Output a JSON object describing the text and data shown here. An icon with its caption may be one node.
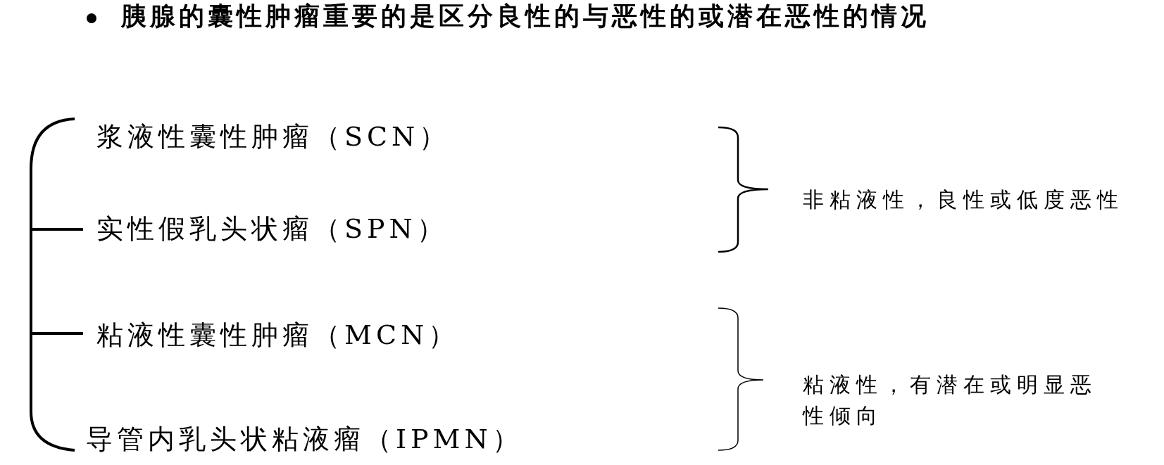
{
  "diagram": {
    "title": "胰腺的囊性肿瘤重要的是区分良性的与恶性的或潜在恶性的情况",
    "labels": [
      "浆液性囊性肿瘤（SCN）",
      "非粘液性，良性或低度恶性",
      "实性假乳头状瘤（SPN）",
      "粘液性囊性肿瘤（MCN）",
      "粘液性，有潜在或明显恶性倾向",
      "导管内乳头状粘液瘤（IPMN）"
    ]
  }
}
